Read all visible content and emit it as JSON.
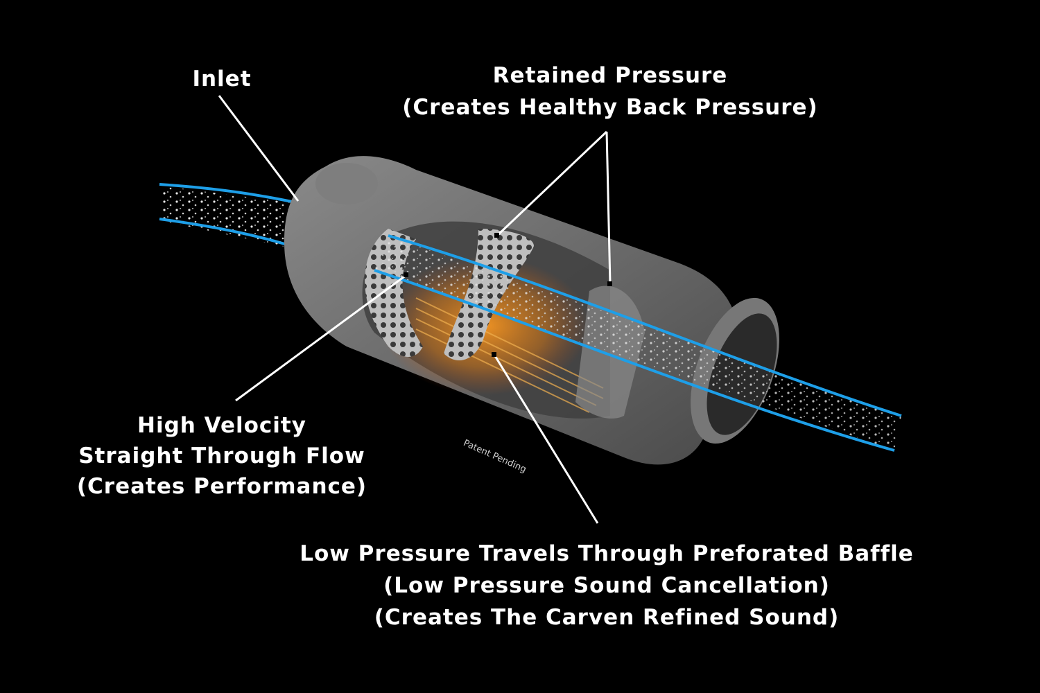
{
  "labels": {
    "inlet": "Inlet",
    "retained_pressure": {
      "line1": "Retained Pressure",
      "line2": "(Creates Healthy Back Pressure)"
    },
    "high_velocity": {
      "line1": "High Velocity",
      "line2": "Straight Through Flow",
      "line3": "(Creates Performance)"
    },
    "low_pressure": {
      "line1": "Low Pressure Travels Through Preforated Baffle",
      "line2": "(Low Pressure Sound Cancellation)",
      "line3": "(Creates The Carven Refined Sound)"
    },
    "patent": "Patent Pending"
  },
  "colors": {
    "background": "#000000",
    "muffler_body": "#6e6e6e",
    "flow_line": "#1e9fe8",
    "baffle_glow": "#f0a030",
    "leader_line": "#ffffff"
  }
}
